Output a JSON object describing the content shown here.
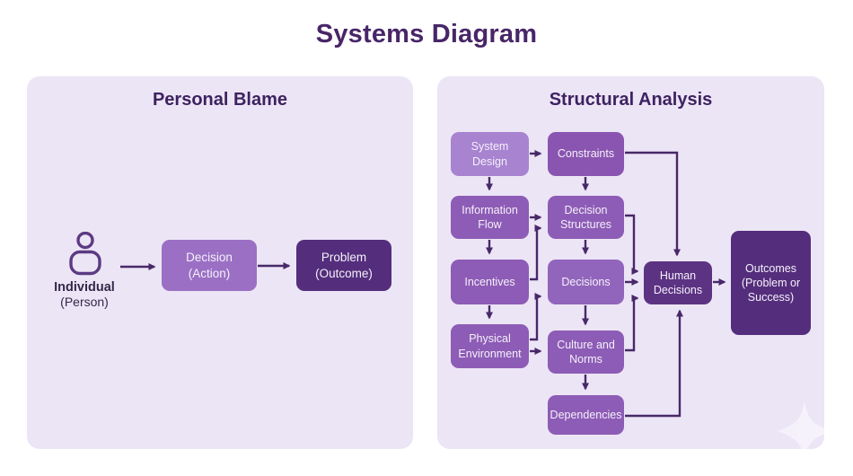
{
  "title": "Systems Diagram",
  "colors": {
    "page_bg": "#ffffff",
    "panel_bg": "#ece5f6",
    "title_text": "#482668",
    "header_text": "#3e2260",
    "node_light": "#a783d0",
    "node_medium": "#8d5cb6",
    "node_action": "#9b70c4",
    "node_dark": "#5c3383",
    "node_darkest": "#542e7c",
    "arrow": "#482868",
    "node_text": "#f5f0fa",
    "actor_text": "#342849"
  },
  "personal": {
    "header": "Personal Blame",
    "actor": {
      "name": "Individual",
      "sub": "(Person)",
      "icon": "person-icon"
    },
    "nodes": [
      {
        "id": "decision-action",
        "label": "Decision (Action)"
      },
      {
        "id": "problem-outcome",
        "label": "Problem (Outcome)"
      }
    ],
    "edges": [
      {
        "from": "Individual (Person)",
        "to": "Decision (Action)"
      },
      {
        "from": "Decision (Action)",
        "to": "Problem (Outcome)"
      }
    ]
  },
  "structural": {
    "header": "Structural Analysis",
    "nodes": [
      {
        "id": "system-design",
        "label": "System Design"
      },
      {
        "id": "constraints",
        "label": "Constraints"
      },
      {
        "id": "information-flow",
        "label": "Information Flow"
      },
      {
        "id": "decision-structures",
        "label": "Decision Structures"
      },
      {
        "id": "incentives",
        "label": "Incentives"
      },
      {
        "id": "decisions",
        "label": "Decisions"
      },
      {
        "id": "physical-environment",
        "label": "Physical Environment"
      },
      {
        "id": "culture-norms",
        "label": "Culture and Norms"
      },
      {
        "id": "dependencies",
        "label": "Dependencies"
      },
      {
        "id": "human-decisions",
        "label": "Human Decisions"
      },
      {
        "id": "outcomes",
        "label": "Outcomes (Problem or Success)"
      }
    ],
    "edges": [
      {
        "from": "System Design",
        "to": "Constraints"
      },
      {
        "from": "System Design",
        "to": "Information Flow"
      },
      {
        "from": "Constraints",
        "to": "Decision Structures"
      },
      {
        "from": "Constraints",
        "to": "Human Decisions"
      },
      {
        "from": "Information Flow",
        "to": "Decision Structures"
      },
      {
        "from": "Information Flow",
        "to": "Incentives"
      },
      {
        "from": "Incentives",
        "to": "Decision Structures"
      },
      {
        "from": "Incentives",
        "to": "Physical Environment"
      },
      {
        "from": "Decision Structures",
        "to": "Decisions"
      },
      {
        "from": "Decision Structures",
        "to": "Human Decisions"
      },
      {
        "from": "Decisions",
        "to": "Human Decisions"
      },
      {
        "from": "Decisions",
        "to": "Culture and Norms"
      },
      {
        "from": "Physical Environment",
        "to": "Decisions"
      },
      {
        "from": "Physical Environment",
        "to": "Culture and Norms"
      },
      {
        "from": "Culture and Norms",
        "to": "Human Decisions"
      },
      {
        "from": "Culture and Norms",
        "to": "Dependencies"
      },
      {
        "from": "Dependencies",
        "to": "Human Decisions"
      },
      {
        "from": "Human Decisions",
        "to": "Outcomes (Problem or Success)"
      }
    ]
  }
}
